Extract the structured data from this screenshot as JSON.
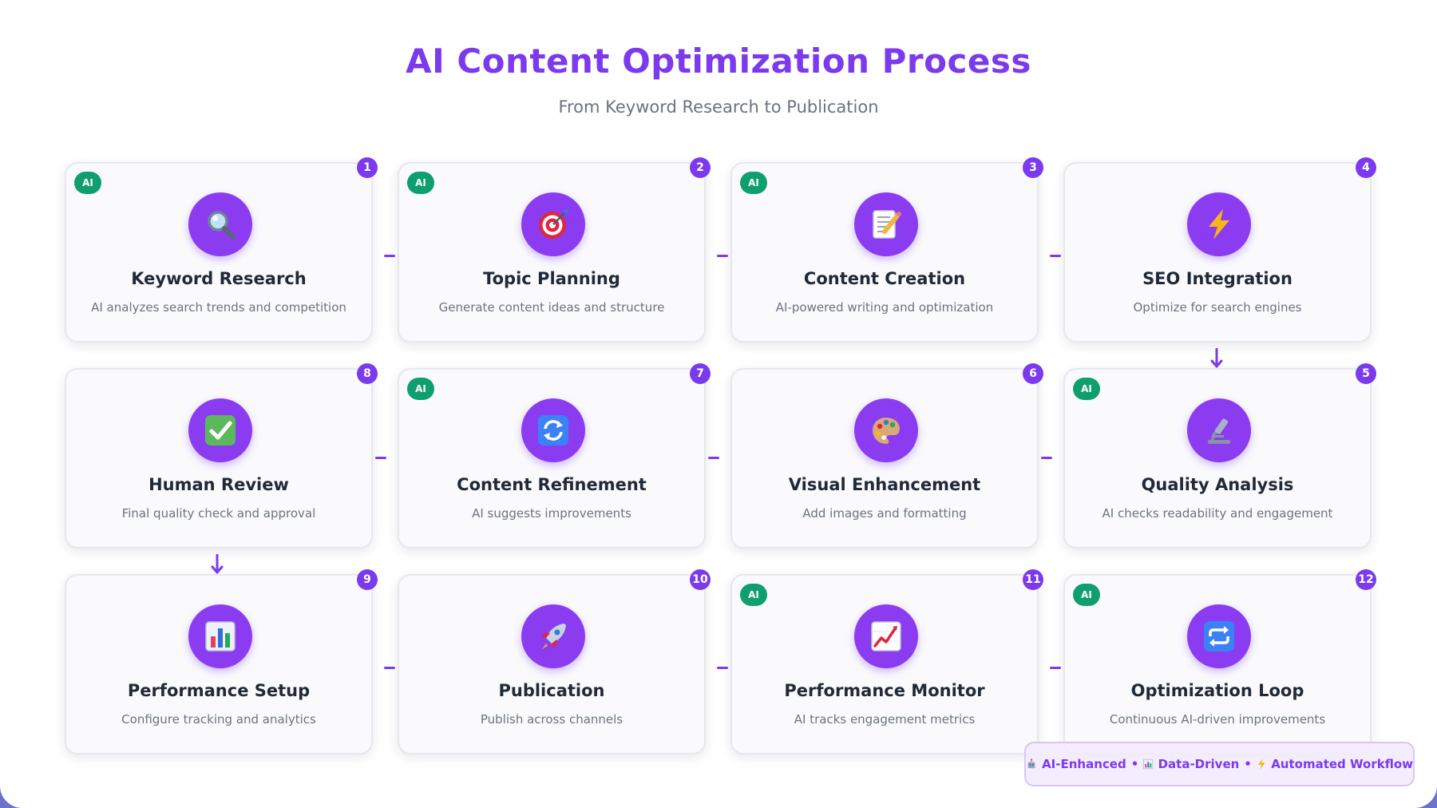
{
  "header": {
    "title": "AI Content Optimization Process",
    "subtitle": "From Keyword Research to Publication"
  },
  "steps": [
    {
      "number": "1",
      "title": "Keyword Research",
      "description": "AI analyzes search trends and competition",
      "ai_badge": "AI",
      "icon": "magnifying-glass-icon"
    },
    {
      "number": "2",
      "title": "Topic Planning",
      "description": "Generate content ideas and structure",
      "ai_badge": "AI",
      "icon": "target-icon"
    },
    {
      "number": "3",
      "title": "Content Creation",
      "description": "AI-powered writing and optimization",
      "ai_badge": "AI",
      "icon": "memo-icon"
    },
    {
      "number": "4",
      "title": "SEO Integration",
      "description": "Optimize for search engines",
      "ai_badge": "",
      "icon": "lightning-icon"
    },
    {
      "number": "5",
      "title": "Quality Analysis",
      "description": "AI checks readability and engagement",
      "ai_badge": "AI",
      "icon": "microscope-icon"
    },
    {
      "number": "6",
      "title": "Visual Enhancement",
      "description": "Add images and formatting",
      "ai_badge": "",
      "icon": "palette-icon"
    },
    {
      "number": "7",
      "title": "Content Refinement",
      "description": "AI suggests improvements",
      "ai_badge": "AI",
      "icon": "refresh-icon"
    },
    {
      "number": "8",
      "title": "Human Review",
      "description": "Final quality check and approval",
      "ai_badge": "",
      "icon": "check-mark-icon"
    },
    {
      "number": "9",
      "title": "Performance Setup",
      "description": "Configure tracking and analytics",
      "ai_badge": "",
      "icon": "bar-chart-icon"
    },
    {
      "number": "10",
      "title": "Publication",
      "description": "Publish across channels",
      "ai_badge": "",
      "icon": "rocket-icon"
    },
    {
      "number": "11",
      "title": "Performance Monitor",
      "description": "AI tracks engagement metrics",
      "ai_badge": "AI",
      "icon": "trend-chart-icon"
    },
    {
      "number": "12",
      "title": "Optimization Loop",
      "description": "Continuous AI-driven improvements",
      "ai_badge": "AI",
      "icon": "repeat-icon"
    }
  ],
  "footer": {
    "item1": "AI-Enhanced",
    "item2": "Data-Driven",
    "item3": "Automated Workflow",
    "separator": "•",
    "icons": [
      "robot-icon",
      "bar-chart-icon",
      "lightning-icon"
    ]
  },
  "colors": {
    "accent": "#7c3aed",
    "ai_badge": "#0f9f6e",
    "background": "#6a72cc"
  }
}
